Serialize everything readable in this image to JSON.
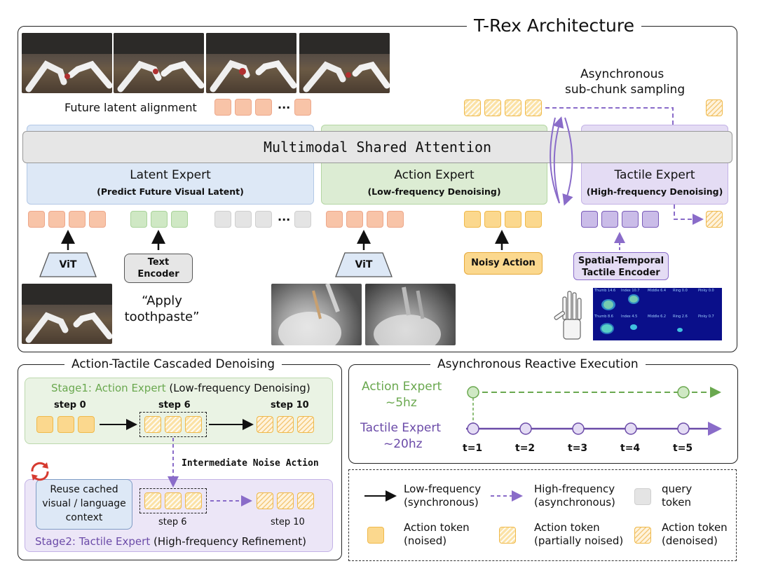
{
  "architecture": {
    "title": "T-Rex Architecture",
    "future_latent_label": "Future latent alignment",
    "async_label_line1": "Asynchronous",
    "async_label_line2": "sub-chunk sampling",
    "shared_attention": "Multimodal Shared Attention",
    "ellipsis": "...",
    "experts": [
      {
        "title": "Latent Expert",
        "subtitle": "(Predict Future Visual Latent)"
      },
      {
        "title": "Action Expert",
        "subtitle": "(Low-frequency Denoising)"
      },
      {
        "title": "Tactile Expert",
        "subtitle": "(High-frequency Denoising)"
      }
    ],
    "encoders": {
      "vit_left": "ViT",
      "text_encoder": "Text\nEncoder",
      "vit_right": "ViT",
      "noisy_action": "Noisy Action",
      "tactile_encoder": "Spatial-Temporal\nTactile Encoder"
    },
    "instruction": "“Apply\ntoothpaste”",
    "heatmap_labels": [
      "Thumb 14.6",
      "Index 10.7",
      "Middle 6.4",
      "Ring 0.0",
      "Pinky 0.0",
      "Thumb 8.6",
      "Index 4.5",
      "Middle 6.2",
      "Ring 2.6",
      "Pinky 0.7"
    ]
  },
  "cascaded": {
    "title": "Action-Tactile Cascaded Denoising",
    "stage1_prefix": "Stage1: Action Expert",
    "stage1_suffix": " (Low-frequency Denoising)",
    "step0": "step 0",
    "step6": "step 6",
    "step10": "step 10",
    "intermediate": "Intermediate Noise Action",
    "reuse": "Reuse cached\nvisual / language\ncontext",
    "stage2_step6": "step 6",
    "stage2_step10": "step 10",
    "stage2_prefix": "Stage2: Tactile Expert",
    "stage2_suffix": " (High-frequency Refinement)"
  },
  "reactive": {
    "title": "Asynchronous Reactive Execution",
    "action_expert": "Action Expert",
    "action_rate": "~5hz",
    "tactile_expert": "Tactile Expert",
    "tactile_rate": "~20hz",
    "times": [
      "t=1",
      "t=2",
      "t=3",
      "t=4",
      "t=5"
    ]
  },
  "legend": {
    "low_freq": "Low-frequency\n(synchronous)",
    "high_freq": "High-frequency\n(asynchronous)",
    "query": "query\ntoken",
    "noised": "Action token\n(noised)",
    "partial": "Action token\n(partially noised)",
    "denoised": "Action token\n(denoised)"
  },
  "colors": {
    "latent_expert_bg": "#dde8f6",
    "action_expert_bg": "#dcecd3",
    "tactile_expert_bg": "#e4dcf4",
    "green_text": "#6aa84f",
    "purple_text": "#6b4ba8",
    "purple_line": "#8a6cc9",
    "green_line": "#6aa84f"
  },
  "icons": [
    "up-arrow-icon",
    "refresh-cycle-icon",
    "robot-hand-icon",
    "tactile-heatmap"
  ]
}
